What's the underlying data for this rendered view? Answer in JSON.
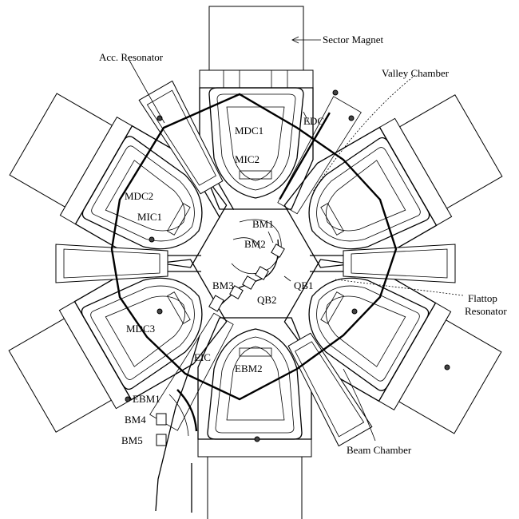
{
  "labels": {
    "sector_magnet": "Sector Magnet",
    "acc_resonator": "Acc. Resonator",
    "valley_chamber": "Valley Chamber",
    "edc": "EDC",
    "mdc1": "MDC1",
    "mic2": "MIC2",
    "mdc2": "MDC2",
    "mic1": "MIC1",
    "bm1": "BM1",
    "bm2": "BM2",
    "bm3": "BM3",
    "qb1": "QB1",
    "qb2": "QB2",
    "flattop_resonator_line1": "Flattop",
    "flattop_resonator_line2": "Resonator",
    "mdc3": "MDC3",
    "eic": "EIC",
    "ebm2": "EBM2",
    "ebm1": "EBM1",
    "bm4": "BM4",
    "bm5": "BM5",
    "beam_chamber": "Beam Chamber"
  }
}
